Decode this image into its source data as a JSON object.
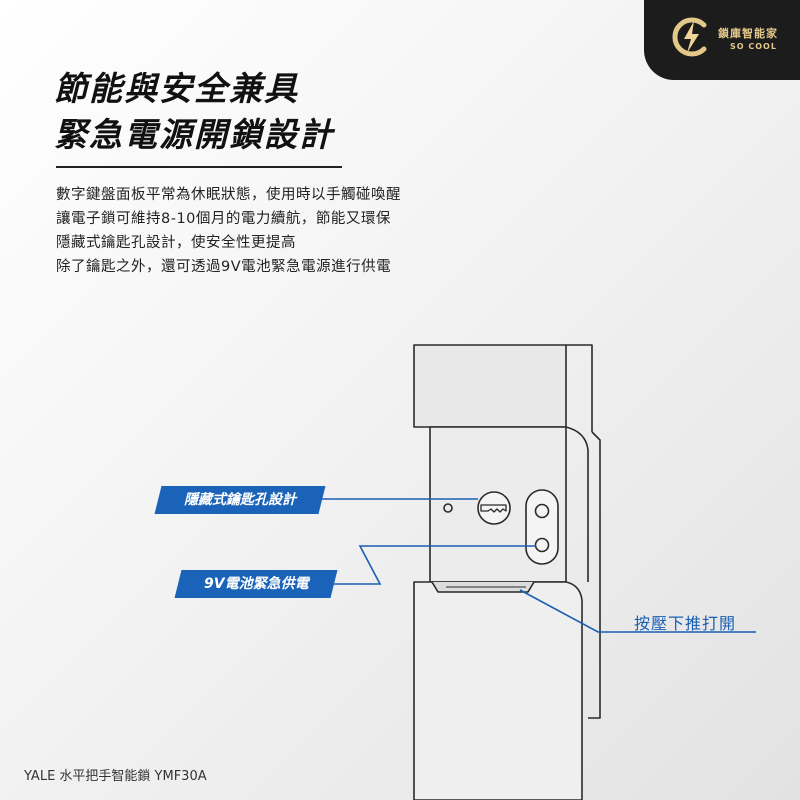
{
  "brand": {
    "name": "鎖庫智能家",
    "tagline": "SO COOL",
    "icon": "lightning-c-logo-icon",
    "colors": {
      "badge_bg": "#1c1c1c",
      "gold": "#e4c88a"
    }
  },
  "headline": {
    "line1": "節能與安全兼具",
    "line2": "緊急電源開鎖設計"
  },
  "description": [
    "數字鍵盤面板平常為休眠狀態，使用時以手觸碰喚醒",
    "讓電子鎖可維持8-10個月的電力續航，節能又環保",
    "隱藏式鑰匙孔設計，使安全性更提高",
    "除了鑰匙之外，還可透過9V電池緊急電源進行供電"
  ],
  "callouts": {
    "keyhole": "隱藏式鑰匙孔設計",
    "battery": "9V電池緊急供電",
    "press": "按壓下推打開"
  },
  "product": "YALE 水平把手智能鎖 YMF30A",
  "colors": {
    "accent": "#1a63b8",
    "text": "#222222"
  }
}
